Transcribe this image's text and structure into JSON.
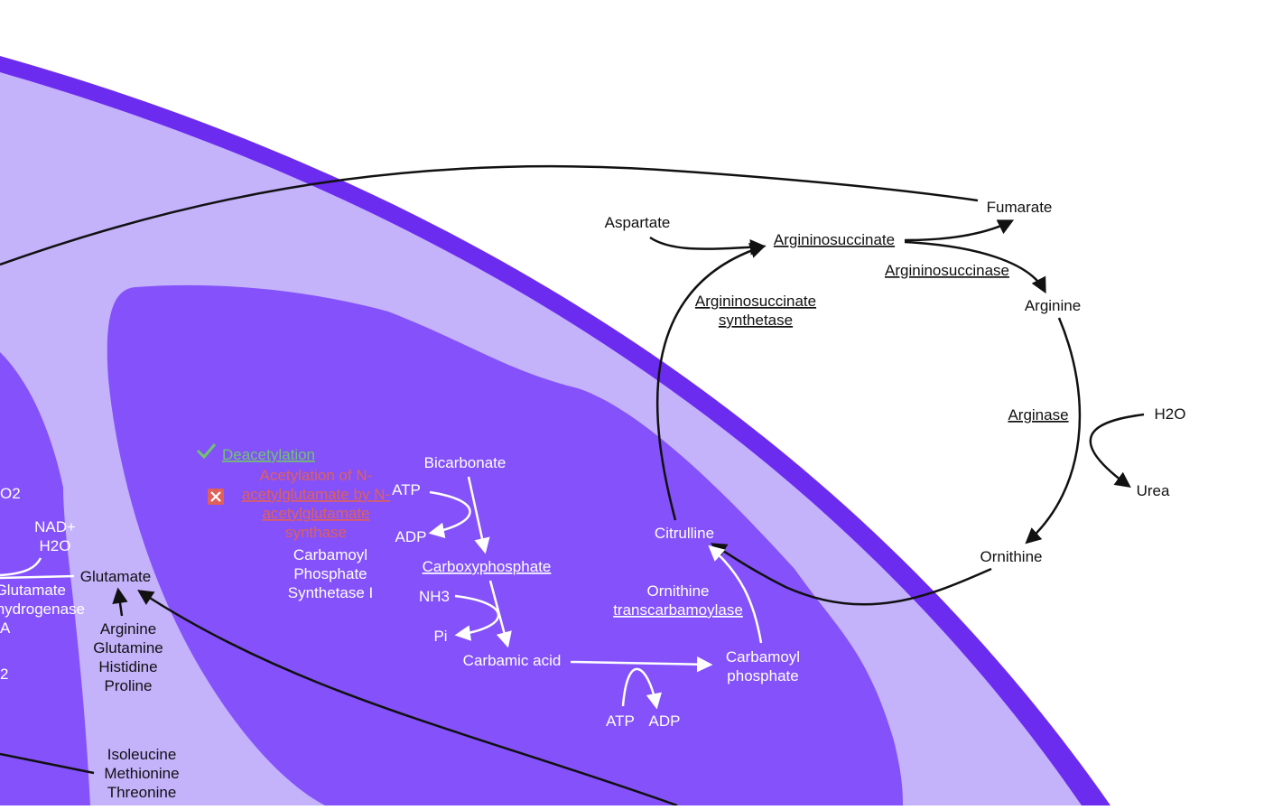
{
  "colors": {
    "background": "#ffffff",
    "membrane": "#6c2cf0",
    "intermembrane": "#c4b2fb",
    "matrix": "#8451fb",
    "ok": "#6fc56f",
    "error": "#e0605a"
  },
  "cycle": {
    "aspartate": "Aspartate",
    "argininosuccinate": "Argininosuccinate",
    "fumarate": "Fumarate",
    "argininosuccinase": "Argininosuccinase",
    "argininosuccinate_synthetase_1": "Argininosuccinate",
    "argininosuccinate_synthetase_2": "synthetase",
    "arginine": "Arginine",
    "arginase": "Arginase",
    "h2o": "H2O",
    "urea": "Urea",
    "ornithine": "Ornithine",
    "citrulline": "Citrulline",
    "otc_1": "Ornithine",
    "otc_2": "transcarbamoylase",
    "carbamoyl_phosphate_1": "Carbamoyl",
    "carbamoyl_phosphate_2": "phosphate"
  },
  "matrix": {
    "deacetylation": "Deacetylation",
    "acetylation_1": "Acetylation of N-",
    "acetylation_2": "acetylglutamate by N-",
    "acetylation_3": "acetylglutamate",
    "acetylation_4": "synthase",
    "cps_1": "Carbamoyl",
    "cps_2": "Phosphate",
    "cps_3": "Synthetase I",
    "bicarbonate": "Bicarbonate",
    "atp1": "ATP",
    "adp1": "ADP",
    "carboxyphosphate": "Carboxyphosphate",
    "nh3": "NH3",
    "pi": "Pi",
    "carbamic_acid": "Carbamic acid",
    "atp2": "ATP",
    "adp2": "ADP"
  },
  "left": {
    "o2": "O2",
    "nad": "NAD+",
    "h2o": "H2O",
    "glutamate_enzyme_1": "Glutamate",
    "glutamate_enzyme_2": "dehydrogenase",
    "a_fragment": "A",
    "two_fragment": "2",
    "glutamate": "Glutamate",
    "aa1": "Arginine",
    "aa2": "Glutamine",
    "aa3": "Histidine",
    "aa4": "Proline",
    "bb1": "Isoleucine",
    "bb2": "Methionine",
    "bb3": "Threonine"
  }
}
